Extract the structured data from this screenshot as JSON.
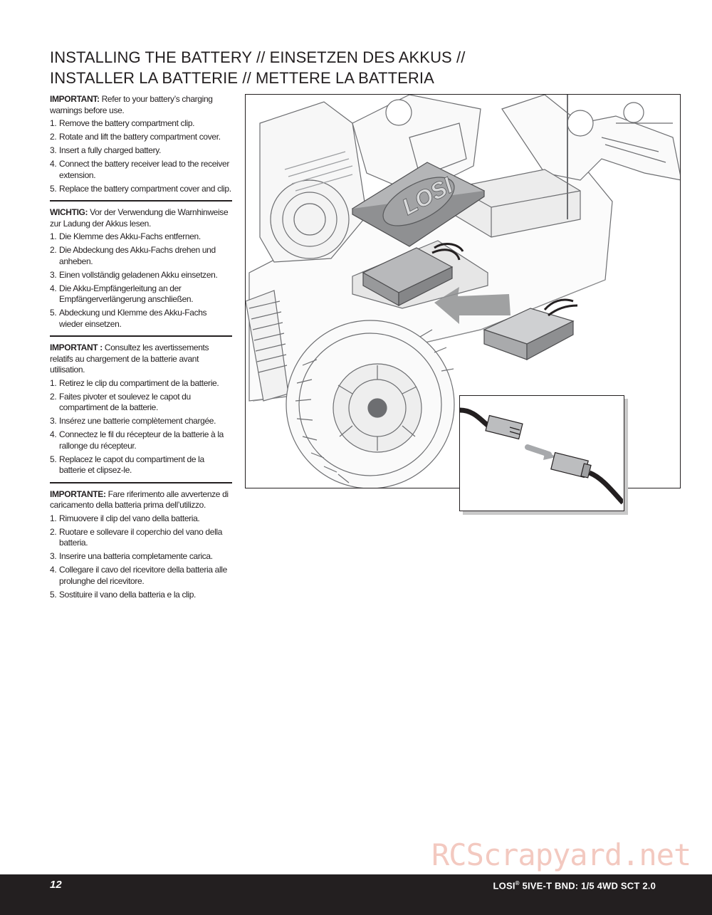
{
  "title": {
    "line1": "INSTALLING THE BATTERY // EINSETZEN DES AKKUS //",
    "line2": "INSTALLER LA BATTERIE // METTERE LA BATTERIA"
  },
  "sections": [
    {
      "label": "IMPORTANT:",
      "intro": " Refer to your battery’s charging warnings before use.",
      "steps": [
        {
          "num": "1.",
          "text": "Remove the battery compartment clip."
        },
        {
          "num": "2.",
          "text": "Rotate and lift the battery compartment cover."
        },
        {
          "num": "3.",
          "text": "Insert a fully charged battery."
        },
        {
          "num": "4.",
          "text": "Connect the battery receiver lead to the receiver extension."
        },
        {
          "num": "5.",
          "text": "Replace the battery compartment cover and clip."
        }
      ]
    },
    {
      "label": "WICHTIG:",
      "intro": " Vor der Verwendung die Warnhinweise zur Ladung der Akkus lesen.",
      "steps": [
        {
          "num": "1.",
          "text": "Die Klemme des Akku-Fachs entfernen."
        },
        {
          "num": "2.",
          "text": "Die Abdeckung des Akku-Fachs drehen und anheben."
        },
        {
          "num": "3.",
          "text": "Einen vollständig geladenen Akku einsetzen."
        },
        {
          "num": "4.",
          "text": "Die Akku-Empfängerleitung an der Empfängerverlängerung anschließen."
        },
        {
          "num": "5.",
          "text": "Abdeckung und Klemme des Akku-Fachs wieder einsetzen."
        }
      ]
    },
    {
      "label": "IMPORTANT :",
      "intro": " Consultez les avertissements relatifs au chargement de la batterie avant utilisation.",
      "steps": [
        {
          "num": "1.",
          "text": "Retirez le clip du compartiment de la batterie."
        },
        {
          "num": "2.",
          "text": "Faites pivoter et soulevez le capot du compartiment de la batterie."
        },
        {
          "num": "3.",
          "text": "Insérez une batterie complètement chargée."
        },
        {
          "num": "4.",
          "text": "Connectez le fil du récepteur de la batterie à la rallonge du récepteur."
        },
        {
          "num": "5.",
          "text": "Replacez le capot du compartiment de la batterie et clipsez-le."
        }
      ]
    },
    {
      "label": "IMPORTANTE:",
      "intro": " Fare riferimento alle avvertenze di caricamento della batteria prima dell’utilizzo.",
      "steps": [
        {
          "num": "1.",
          "text": "Rimuovere il clip del vano della batteria."
        },
        {
          "num": "2.",
          "text": "Ruotare e sollevare il coperchio del vano della batteria."
        },
        {
          "num": "3.",
          "text": "Inserire una batteria completamente carica."
        },
        {
          "num": "4.",
          "text": "Collegare il cavo del ricevitore della batteria alle prolunghe del ricevitore."
        },
        {
          "num": "5.",
          "text": "Sostituire il vano della batteria e la clip."
        }
      ]
    }
  ],
  "figure": {
    "logo_text": "LOSI"
  },
  "watermark": "RCScrapyard.net",
  "footer": {
    "page_number": "12",
    "brand": "LOSI",
    "reg": "®",
    "product": " 5IVE-T BND: 1/5 4WD SCT 2.0"
  },
  "colors": {
    "ink": "#231f20",
    "watermark": "#f3c9c0"
  }
}
